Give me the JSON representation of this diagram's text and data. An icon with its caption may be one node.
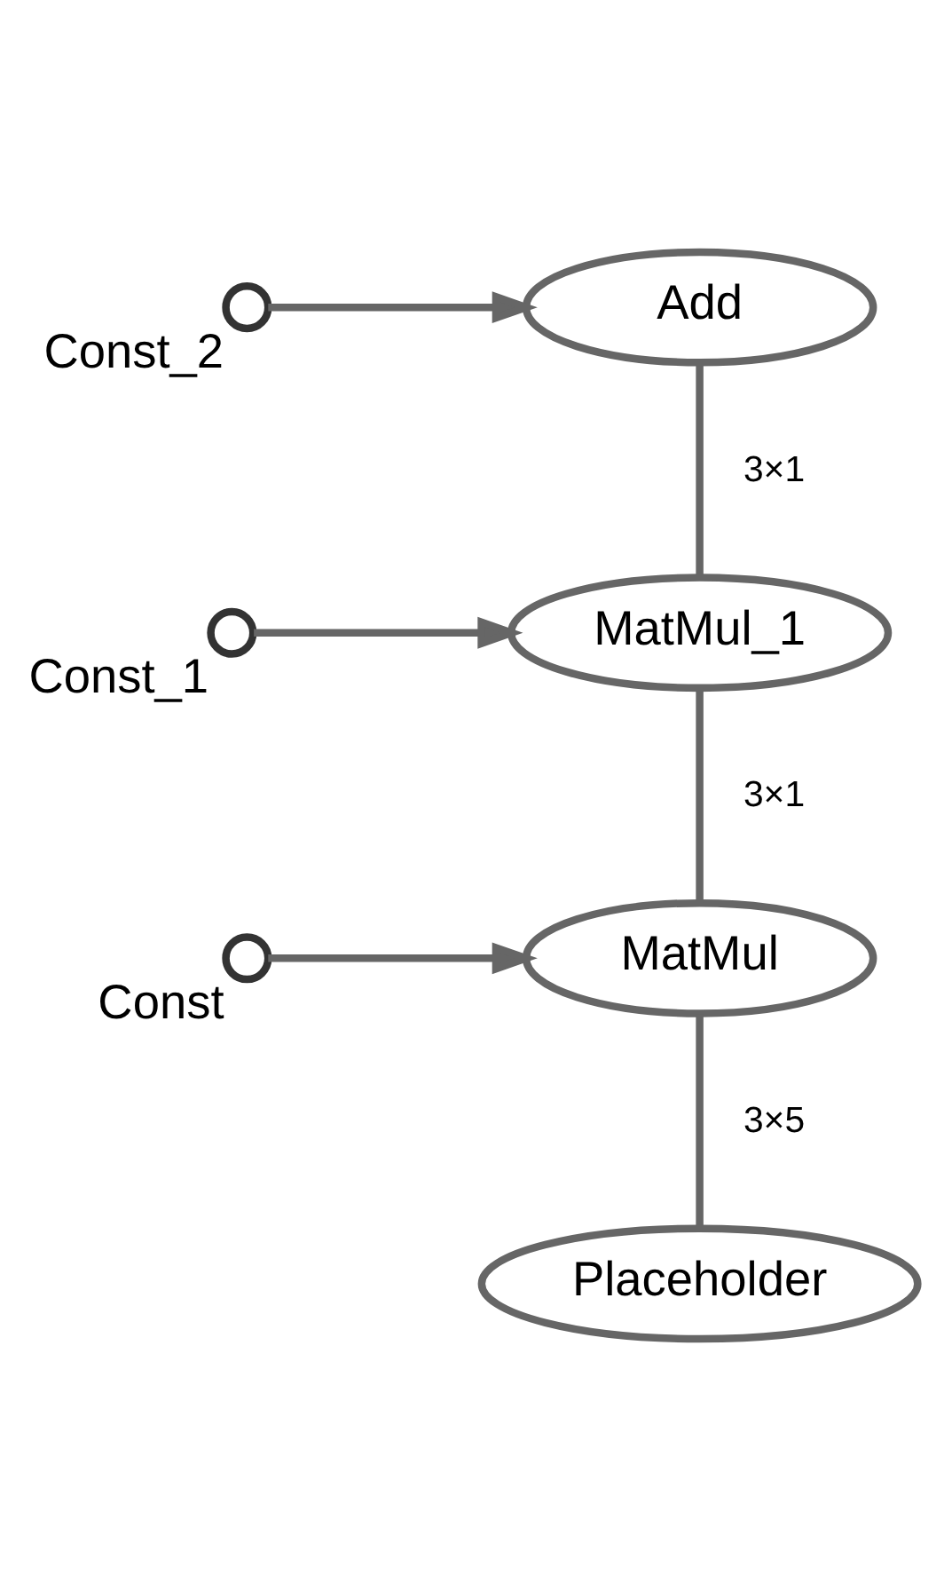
{
  "diagram": {
    "nodes": [
      {
        "text": [
          "Add"
        ]
      },
      {
        "text": [
          "Const_2"
        ]
      },
      {
        "text": [
          "MatMul_1"
        ]
      },
      {
        "text": [
          "Const_1"
        ]
      },
      {
        "text": [
          "MatMul"
        ]
      },
      {
        "text": [
          "Const"
        ]
      },
      {
        "text": [
          "Placeholder"
        ]
      }
    ],
    "edges": [
      {
        "from": 1,
        "to": 0,
        "arrow": "to"
      },
      {
        "from": 2,
        "to": 0,
        "arrow": "none",
        "label": "3×1"
      },
      {
        "from": 3,
        "to": 2,
        "arrow": "to"
      },
      {
        "from": 4,
        "to": 2,
        "arrow": "none",
        "label": "3×1"
      },
      {
        "from": 5,
        "to": 4,
        "arrow": "to"
      },
      {
        "from": 6,
        "to": 4,
        "arrow": "none",
        "label": "3×5"
      }
    ]
  }
}
